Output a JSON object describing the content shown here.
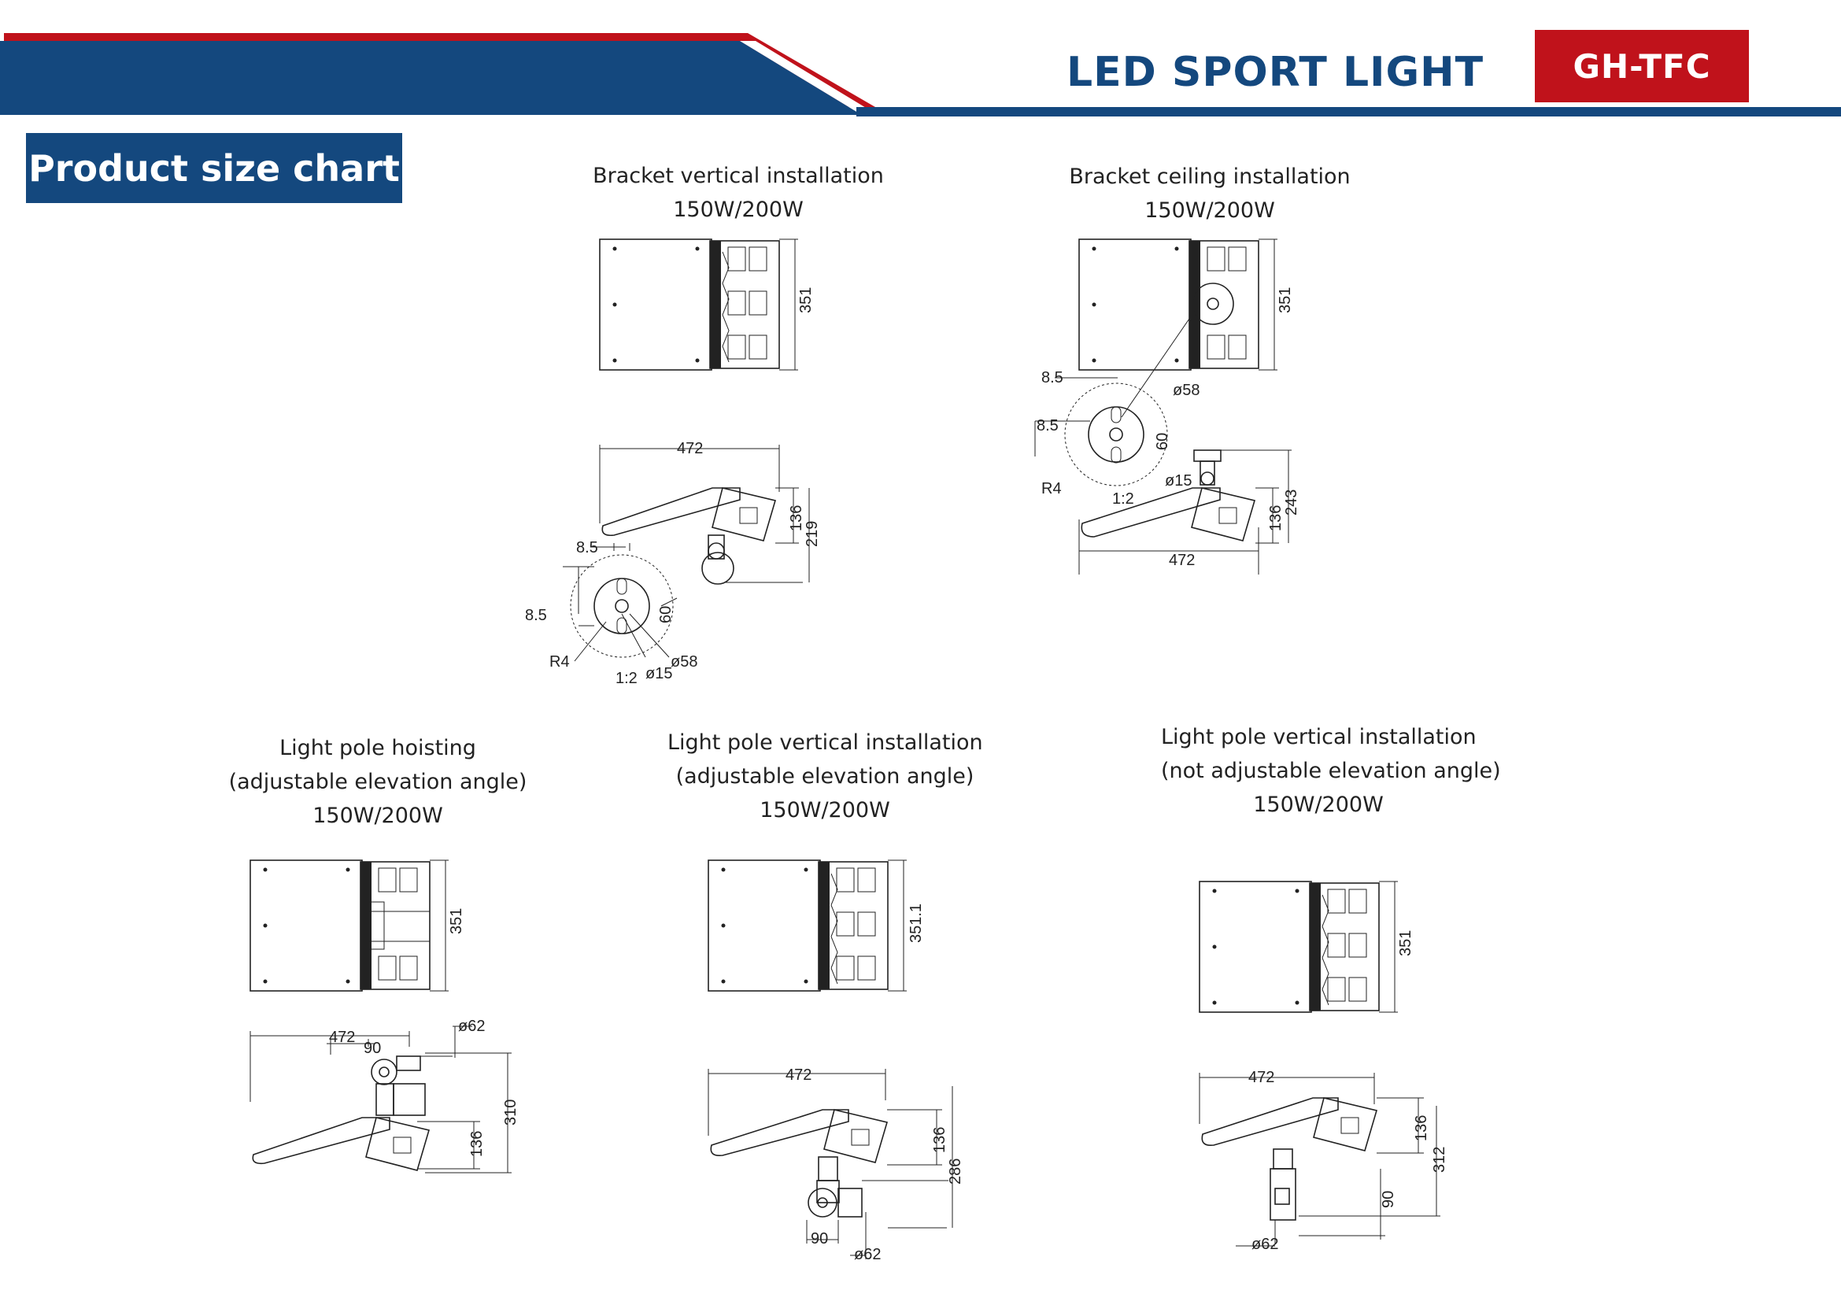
{
  "header": {
    "title": "LED SPORT LIGHT",
    "model": "GH-TFC",
    "colors": {
      "blue": "#14487e",
      "red": "#c0121b"
    }
  },
  "section_label": "Product size chart",
  "panels": [
    {
      "name": "bracket-vertical",
      "line1": "Bracket vertical installation",
      "line2": "150W/200W",
      "dims": {
        "height": "351",
        "length": "472",
        "side": "136",
        "total": "219",
        "gap_a": "8.5",
        "gap_b": "8.5",
        "angle": "60",
        "dia_outer": "ø58",
        "dia_inner": "ø15",
        "radius": "R4",
        "scale": "1:2"
      }
    },
    {
      "name": "bracket-ceiling",
      "line1": "Bracket ceiling installation",
      "line2": "150W/200W",
      "dims": {
        "height": "351",
        "length": "472",
        "side": "136",
        "total": "243",
        "gap_a": "8.5",
        "gap_b": "8.5",
        "angle": "60",
        "dia_outer": "ø58",
        "dia_inner": "ø15",
        "radius": "R4",
        "scale": "1:2"
      }
    },
    {
      "name": "pole-hoisting",
      "line1": "Light pole hoisting",
      "line2": "(adjustable elevation angle)",
      "line3": "150W/200W",
      "dims": {
        "height": "351",
        "length": "472",
        "arm": "90",
        "pipe": "ø62",
        "total": "310",
        "side": "136"
      }
    },
    {
      "name": "pole-vertical-adjustable",
      "line1": "Light pole vertical installation",
      "line2": "(adjustable elevation angle)",
      "line3": "150W/200W",
      "dims": {
        "height": "351.1",
        "length": "472",
        "side": "136",
        "total": "286",
        "arm": "90",
        "pipe": "ø62"
      }
    },
    {
      "name": "pole-vertical-fixed",
      "line1": "Light pole vertical installation",
      "line2": "(not adjustable elevation angle)",
      "line3": "150W/200W",
      "dims": {
        "height": "351",
        "length": "472",
        "side": "136",
        "total": "312",
        "arm": "90",
        "pipe": "ø62"
      }
    }
  ]
}
